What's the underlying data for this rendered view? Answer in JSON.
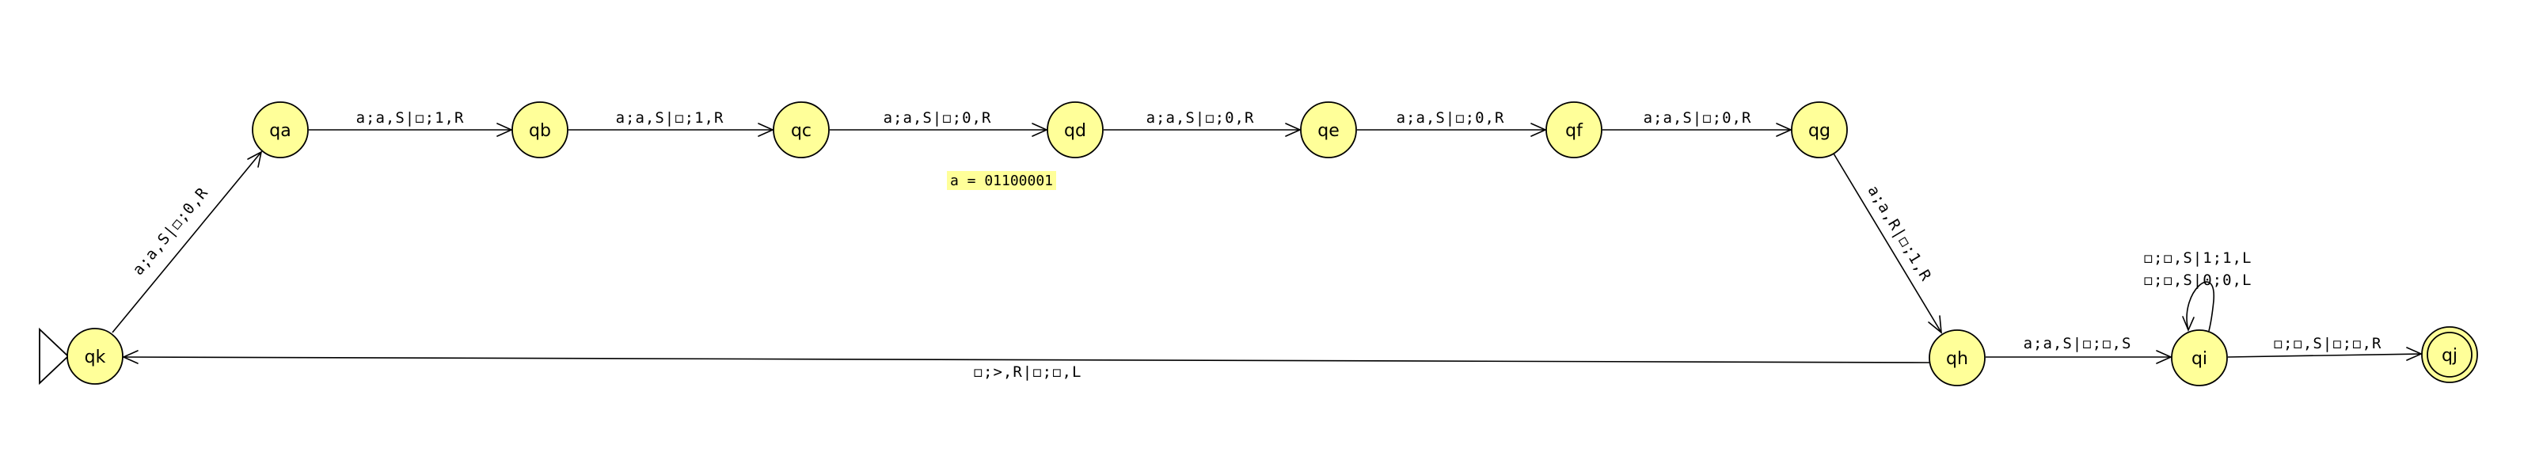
{
  "states": {
    "qa": "qa",
    "qb": "qb",
    "qc": "qc",
    "qd": "qd",
    "qe": "qe",
    "qf": "qf",
    "qg": "qg",
    "qh": "qh",
    "qi": "qi",
    "qj": "qj",
    "qk": "qk"
  },
  "start_state": "qk",
  "accept_states": [
    "qj"
  ],
  "transitions": {
    "qa_qb": "a;a,S|◻;1,R",
    "qb_qc": "a;a,S|◻;1,R",
    "qc_qd": "a;a,S|◻;0,R",
    "qd_qe": "a;a,S|◻;0,R",
    "qe_qf": "a;a,S|◻;0,R",
    "qf_qg": "a;a,S|◻;0,R",
    "qg_qh": "a;a,R|◻;1,R",
    "qh_qi": "a;a,S|◻;◻,S",
    "qi_qj": "◻;◻,S|◻;◻,R",
    "qi_self_1": "◻;◻,S|1;1,L",
    "qi_self_2": "◻;◻,S|0;0,L",
    "qh_qk": "◻;>,R|◻;◻,L",
    "qk_qa": "a;a,S|◻;0,R"
  },
  "note": "a = 01100001",
  "colors": {
    "state_fill": "#ffff99",
    "stroke": "#000000",
    "note_bg": "#ffff99"
  }
}
